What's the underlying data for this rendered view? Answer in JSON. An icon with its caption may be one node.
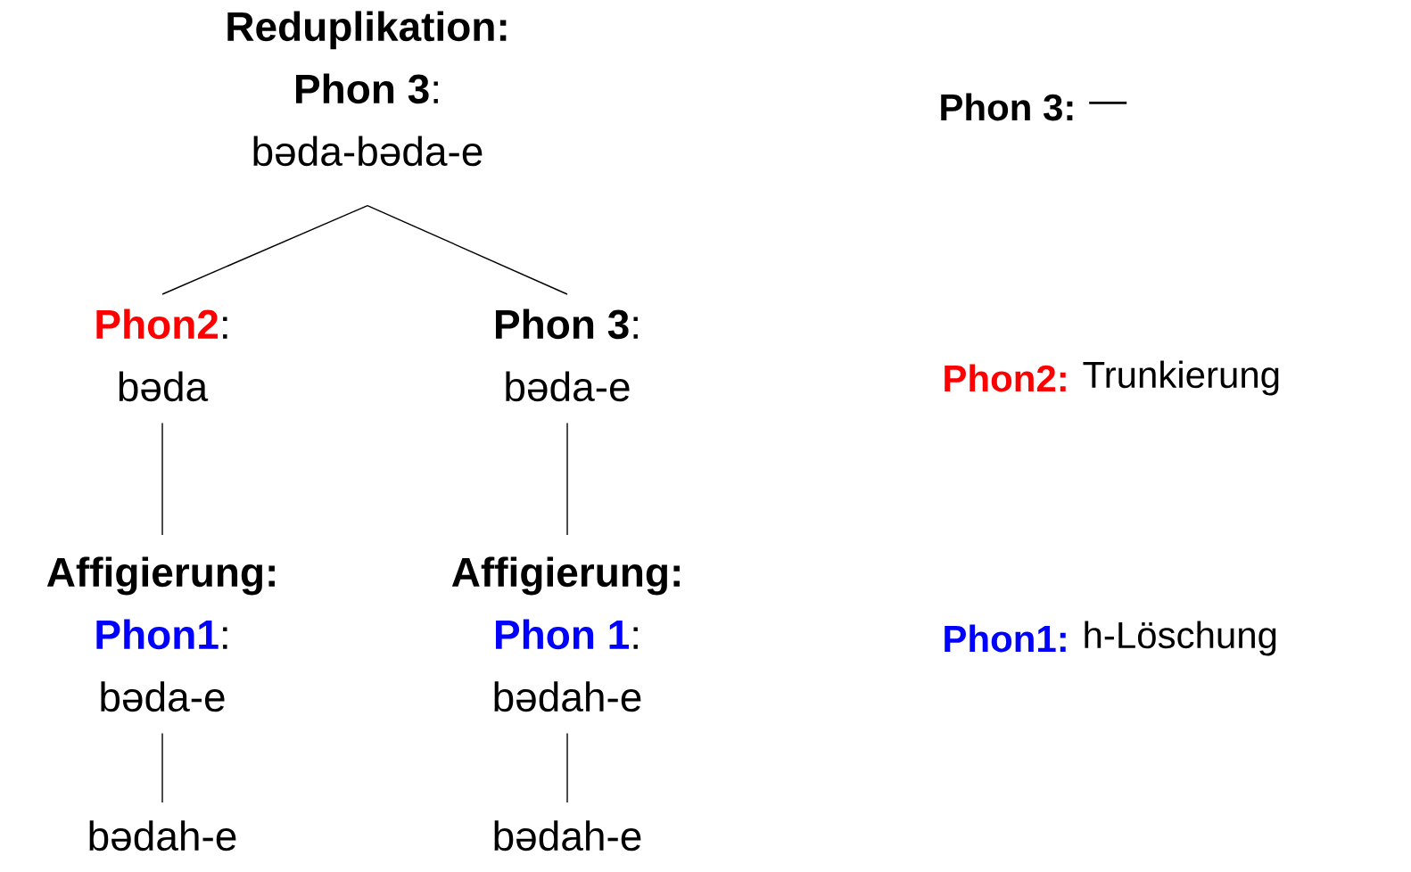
{
  "diagram": {
    "nodes": [
      {
        "text": [
          "Reduplikation:",
          "Phon 3",
          ":",
          "bəda-bəda-e"
        ]
      },
      {
        "text": [
          "Phon2",
          ":",
          "bəda"
        ]
      },
      {
        "text": [
          "Phon 3",
          ":",
          "bəda-e"
        ]
      },
      {
        "text": [
          "Affigierung:",
          "Phon1",
          ":",
          "bəda-e"
        ]
      },
      {
        "text": [
          "Affigierung:",
          "Phon 1",
          ":",
          "bədah-e"
        ]
      },
      {
        "text": [
          "bədah-e"
        ]
      },
      {
        "text": [
          "bədah-e"
        ]
      }
    ],
    "edges": [
      {
        "from": 0,
        "to": 1,
        "arrow": "none"
      },
      {
        "from": 0,
        "to": 2,
        "arrow": "none"
      },
      {
        "from": 1,
        "to": 3,
        "arrow": "none"
      },
      {
        "from": 2,
        "to": 4,
        "arrow": "none"
      },
      {
        "from": 3,
        "to": 5,
        "arrow": "none"
      },
      {
        "from": 4,
        "to": 6,
        "arrow": "none"
      }
    ],
    "labels": [
      "Phon 3:",
      "—",
      "Phon2:",
      "Trunkierung",
      "Phon1:",
      "h-Löschung"
    ]
  }
}
